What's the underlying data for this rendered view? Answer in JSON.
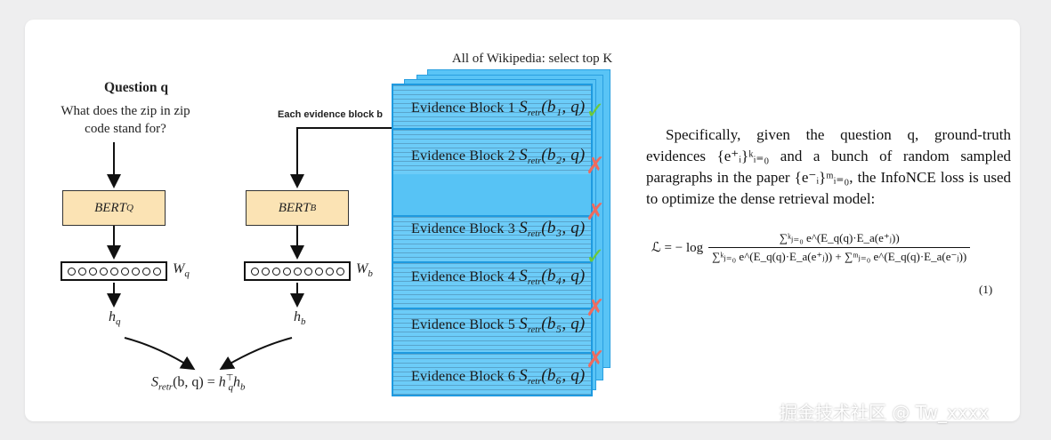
{
  "left_diagram": {
    "question_title": "Question q",
    "question_text": "What does the zip in zip code stand for?",
    "evidence_label": "Each evidence block b",
    "bert_q": "BERT",
    "bert_q_sub": "Q",
    "bert_b": "BERT",
    "bert_b_sub": "B",
    "wq": "W",
    "wq_sub": "q",
    "wb": "W",
    "wb_sub": "b",
    "hq": "h",
    "hq_sub": "q",
    "hb": "h",
    "hb_sub": "b",
    "score_lhs": "S",
    "score_lhs_sub": "retr",
    "score_args": "(b, q) = ",
    "score_rhs": "h",
    "score_rhs_sup": "⊤",
    "score_rhs_sub": "q",
    "score_rhs2": "h",
    "score_rhs2_sub": "b"
  },
  "wikipedia": {
    "title": "All of Wikipedia: select top K",
    "blocks": [
      {
        "label": "Evidence Block 1",
        "arg": "(b₁, q)",
        "mark": "✓",
        "correct": true
      },
      {
        "label": "Evidence Block 2",
        "arg": "(b₂, q)",
        "mark": "✗",
        "correct": false
      },
      {
        "label": "Evidence Block 3",
        "arg": "(b₃, q)",
        "mark": "✗",
        "correct": false
      },
      {
        "label": "Evidence Block 4",
        "arg": "(b₄, q)",
        "mark": "✓",
        "correct": true
      },
      {
        "label": "Evidence Block 5",
        "arg": "(b₅, q)",
        "mark": "✗",
        "correct": false
      },
      {
        "label": "Evidence Block 6",
        "arg": "(b₆, q)",
        "mark": "✗",
        "correct": false
      }
    ],
    "s_symbol": "S",
    "s_sub": "retr"
  },
  "text_panel": {
    "paragraph": "Specifically, given the question q, ground-truth evidences {e⁺ᵢ}ᵏᵢ₌₀ and a bunch of random sampled paragraphs in the paper {e⁻ᵢ}ᵐᵢ₌₀, the InfoNCE loss is used to optimize the dense retrieval model:",
    "formula_lhs": "ℒ = − log",
    "numerator": "∑ᵏⱼ₌₀ e^(E_q(q)·E_a(e⁺ⱼ))",
    "denominator": "∑ᵏⱼ₌₀ e^(E_q(q)·E_a(e⁺ⱼ)) + ∑ᵐⱼ₌₀ e^(E_q(q)·E_a(e⁻ⱼ))",
    "eq_number": "(1)"
  },
  "watermark": "掘金技术社区 @ Tw_xxxx"
}
